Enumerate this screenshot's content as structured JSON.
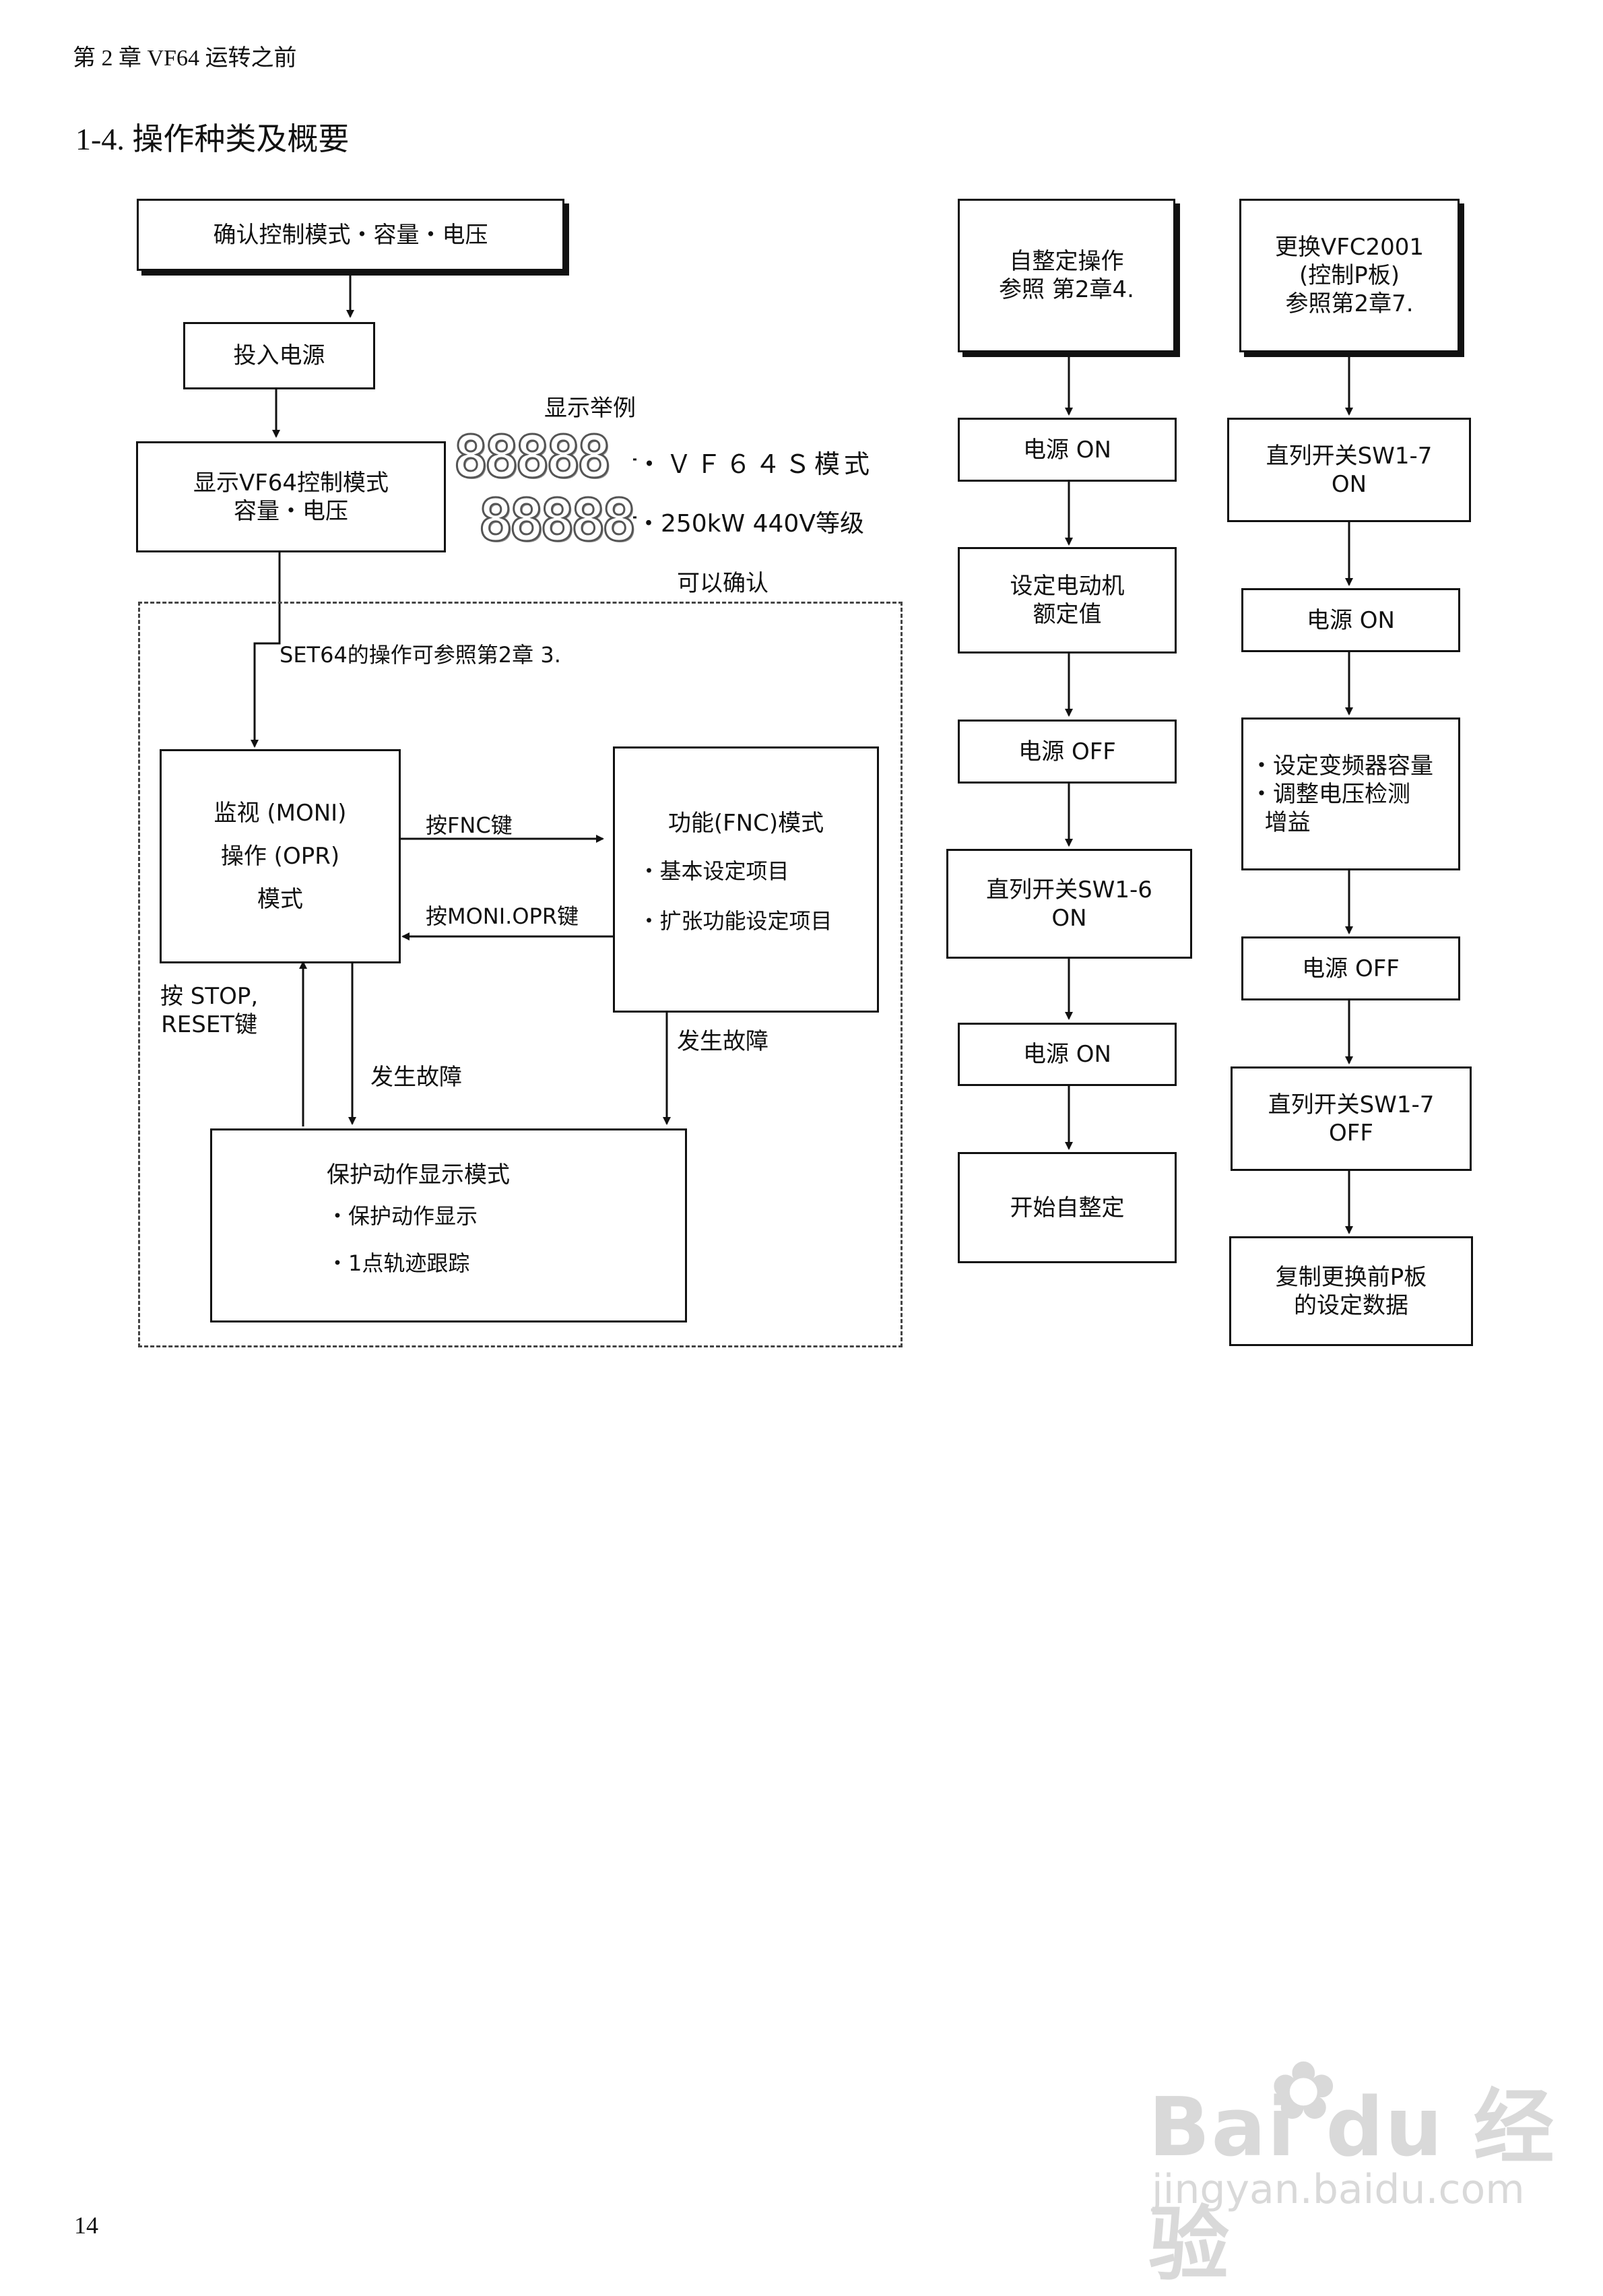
{
  "header": {
    "chapter": "第 2 章  VF64 运转之前",
    "section": "1-4.  操作种类及概要"
  },
  "left": {
    "confirm": "确认控制模式・容量・电压",
    "power_in": "投入电源",
    "display_mode": "显示VF64控制模式\n容量・电压",
    "example_label": "显示举例",
    "seg_digits": "88888",
    "example1": "・ＶＦ６４Ｓ模式",
    "example2": "・250kW 440V等级",
    "can_confirm": "可以确认",
    "set64_note": "SET64的操作可参照第2章 3.",
    "moni_mode": "监视 (MONI)\n操作 (OPR)\n模式",
    "fnc_title": "功能(FNC)模式",
    "fnc_items": [
      "・基本设定项目",
      "・扩张功能设定项目"
    ],
    "press_fnc": "按FNC键",
    "press_moni": "按MONI.OPR键",
    "press_stop": "按 STOP,\nRESET键",
    "fault1": "发生故障",
    "fault2": "发生故障",
    "protect_title": "保护动作显示模式",
    "protect_items": [
      "・保护动作显示",
      "・1点轨迹跟踪"
    ]
  },
  "mid": {
    "title": "自整定操作\n参照 第2章4.",
    "steps": [
      "电源 ON",
      "设定电动机\n额定值",
      "电源 OFF",
      "直列开关SW1-6\nON",
      "电源 ON",
      "开始自整定"
    ]
  },
  "right": {
    "title": "更换VFC2001\n(控制P板)\n参照第2章7.",
    "steps": [
      "直列开关SW1-7\nON",
      "电源 ON",
      "・设定变频器容量\n・调整电压检测\n  增益",
      "电源 OFF",
      "直列开关SW1-7\nOFF",
      "复制更换前P板\n的设定数据"
    ]
  },
  "watermark": {
    "brand": "Bai  du 经验",
    "url": "jingyan.baidu.com"
  },
  "page_number": "14"
}
